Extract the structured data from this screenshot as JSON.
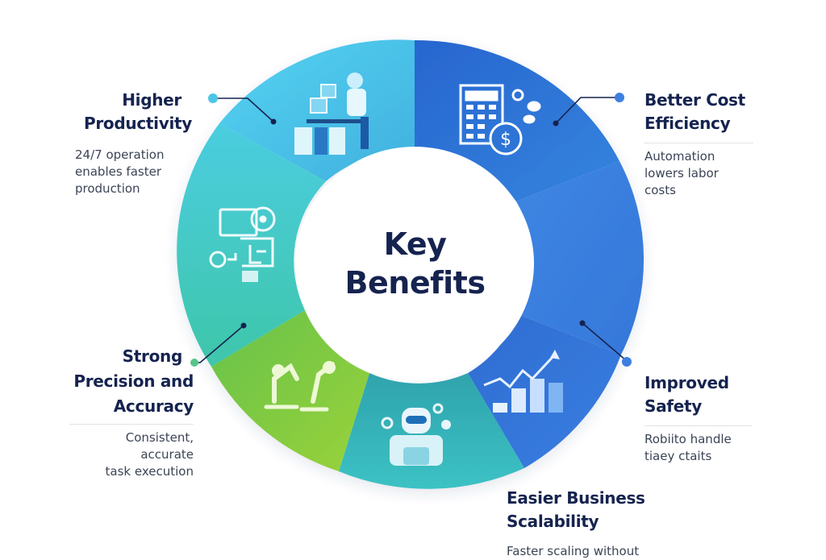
{
  "center": {
    "line1": "Key",
    "line2": "Benefits"
  },
  "segments": [
    {
      "id": "productivity",
      "color": "#49c3e8",
      "icon": "robot-conveyor-icon"
    },
    {
      "id": "cost",
      "color": "#2f7fda",
      "icon": "calculator-dollar-icon"
    },
    {
      "id": "safety",
      "color": "#3a7fde",
      "icon": "shield-panel-icon"
    },
    {
      "id": "scalability",
      "color": "#3573d6",
      "icon": "growth-chart-icon"
    },
    {
      "id": "robot-assistant",
      "color": "#2fb4b4",
      "icon": "robot-assistant-icon"
    },
    {
      "id": "precision",
      "color": "#8ccc3a",
      "icon": "robotic-arms-icon"
    },
    {
      "id": "automation-panel",
      "color": "#47c9cf",
      "icon": "control-panel-icon"
    }
  ],
  "benefits": {
    "productivity": {
      "title_line1": "Higher",
      "title_line2": "Productivity",
      "desc_line1": "24/7 operation",
      "desc_line2": "enables faster",
      "desc_line3": "production",
      "dot_color": "#4cc6e4"
    },
    "cost": {
      "title_line1": "Better Cost",
      "title_line2": "Efficiency",
      "desc_line1": "Automation",
      "desc_line2": "lowers labor",
      "desc_line3": "costs",
      "dot_color": "#3d7fe0"
    },
    "precision": {
      "title_line1": "Strong",
      "title_line2": "Precision and",
      "title_line3": "Accuracy",
      "desc_line1": "Consistent, accurate",
      "desc_line2": "task execution",
      "dot_color": "#56c68c"
    },
    "safety": {
      "title_line1": "Improved",
      "title_line2": "Safety",
      "desc_line1": "Robiito handle",
      "desc_line2": "tiaey ctaits",
      "dot_color": "#3d7fe0"
    },
    "scalability": {
      "title_line1": "Easier Business",
      "title_line2": "Scalability",
      "desc_line1": "Faster scaling without"
    }
  },
  "colors": {
    "title": "#15234f",
    "connector": "#15234f",
    "text": "#3b4456",
    "rule": "#dfe3e8"
  }
}
